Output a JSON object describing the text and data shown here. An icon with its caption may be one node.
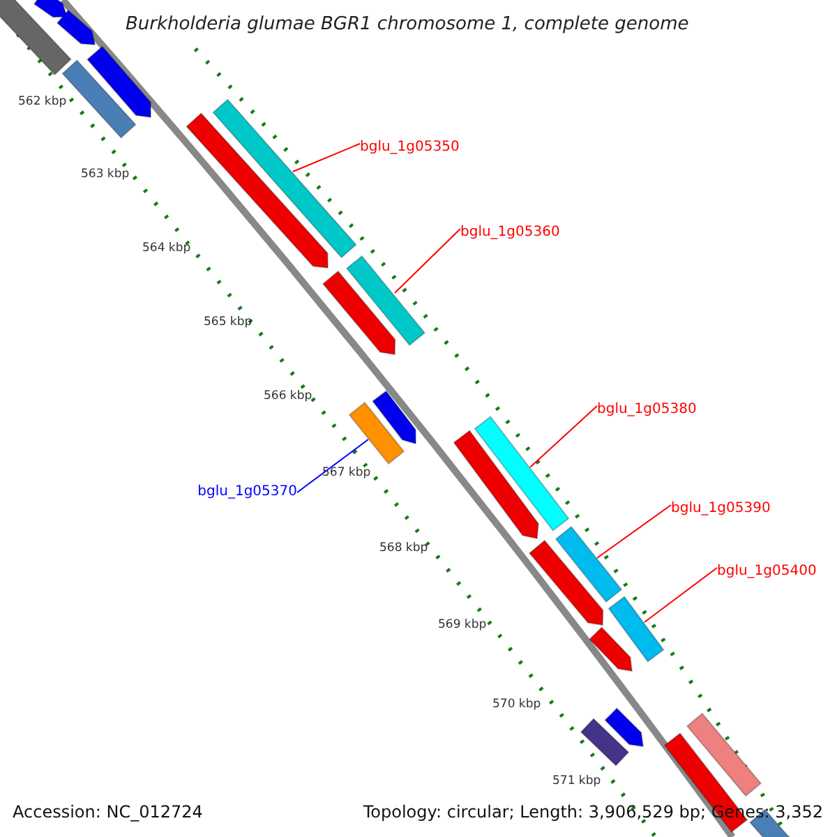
{
  "diagram": {
    "title": "Burkholderia glumae BGR1 chromosome 1, complete genome",
    "nodes": [
      {
        "text": [
          "bglu_1g05350"
        ]
      },
      {
        "text": [],
        "shape": "bar"
      },
      {
        "text": [
          "bglu_1g05360"
        ]
      },
      {
        "text": [],
        "shape": "bar"
      },
      {
        "text": [
          "bglu_1g05380"
        ]
      },
      {
        "text": [],
        "shape": "bar"
      },
      {
        "text": [
          "bglu_1g05370"
        ]
      },
      {
        "text": [],
        "shape": "bar"
      },
      {
        "text": [
          "bglu_1g05390"
        ]
      },
      {
        "text": [],
        "shape": "bar"
      },
      {
        "text": [
          "bglu_1g05400"
        ]
      },
      {
        "text": [],
        "shape": "bar"
      },
      {
        "text": [],
        "shape": "bar"
      },
      {
        "text": [],
        "shape": "bar"
      },
      {
        "text": [],
        "shape": "bar"
      },
      {
        "text": [],
        "shape": "bar"
      },
      {
        "text": [],
        "shape": "bar"
      },
      {
        "text": [],
        "shape": "bar"
      },
      {
        "text": [],
        "shape": "bar"
      },
      {
        "text": [],
        "shape": "bar"
      },
      {
        "text": [],
        "shape": "bar"
      },
      {
        "text": [],
        "shape": "bar"
      },
      {
        "text": [],
        "shape": "bar"
      },
      {
        "text": [],
        "shape": "bar"
      },
      {
        "text": [],
        "shape": "bar"
      },
      {
        "text": [],
        "shape": "bar"
      },
      {
        "text": [],
        "shape": "bar"
      },
      {
        "text": [],
        "shape": "bar"
      }
    ],
    "edges": [
      {
        "from": 0,
        "to": 1,
        "arrow": "none"
      },
      {
        "from": 2,
        "to": 3,
        "arrow": "none"
      },
      {
        "from": 4,
        "to": 5,
        "arrow": "none"
      },
      {
        "from": 6,
        "to": 7,
        "arrow": "none",
        "color": "#0000ff"
      },
      {
        "from": 8,
        "to": 9,
        "arrow": "none"
      },
      {
        "from": 10,
        "to": 11,
        "arrow": "none"
      }
    ],
    "labels": [
      "562 kbp",
      "563 kbp",
      "564 kbp",
      "565 kbp",
      "566 kbp",
      "567 kbp",
      "568 kbp",
      "569 kbp",
      "570 kbp",
      "571 kbp",
      "Accession: NC_012724",
      "Topology: circular; Length: 3,906,529 bp; Genes: 3,352"
    ]
  }
}
